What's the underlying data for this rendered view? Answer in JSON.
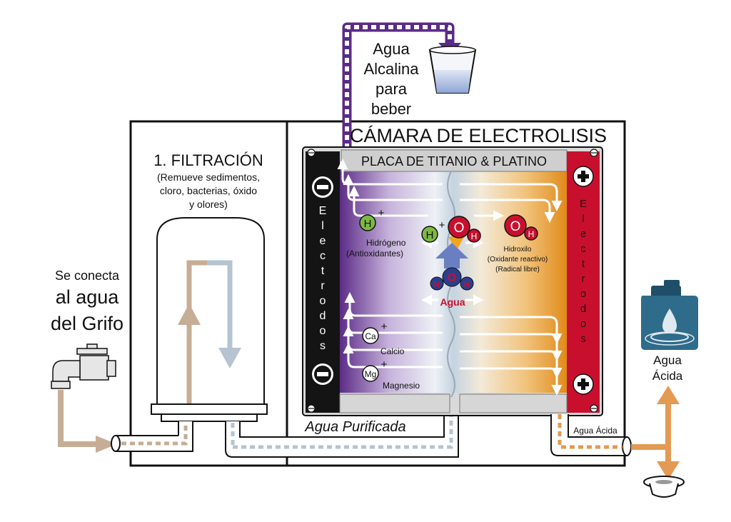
{
  "top_output": {
    "line1": "Agua",
    "line2": "Alcalina",
    "line3": "para",
    "line4": "beber"
  },
  "chamber": {
    "title": "CÁMARA DE ELECTROLISIS",
    "plate": "PLACA DE TITANIO & PLATINO"
  },
  "filtration": {
    "title": "1. FILTRACIÓN",
    "desc1": "(Remueve sedimentos,",
    "desc2": "cloro, bacterias, óxido",
    "desc3": "y olores)"
  },
  "tap": {
    "line1": "Se conecta",
    "line2": "al agua",
    "line3": "del Grifo"
  },
  "electrodes": {
    "left_letters": [
      "E",
      "l",
      "e",
      "c",
      "t",
      "r",
      "o",
      "d",
      "o",
      "s"
    ],
    "right_letters": [
      "E",
      "l",
      "e",
      "c",
      "t",
      "r",
      "o",
      "d",
      "o",
      "s"
    ]
  },
  "ions": {
    "h_symbol": "H",
    "plus": "+",
    "hydrogen_label1": "Hidrógeno",
    "hydrogen_label2": "(Antioxidantes)",
    "o_symbol": "O",
    "hydroxyl_label1": "Hidroxilo",
    "hydroxyl_label2": "(Oxidante reactivo)",
    "hydroxyl_label3": "(Radical libre)",
    "water_label": "Agua",
    "ca_symbol": "Ca",
    "ca_label": "Calcio",
    "mg_symbol": "Mg",
    "mg_label": "Magnesio"
  },
  "pipes": {
    "purified": "Agua Purificada",
    "acid_small": "Agua Ácida"
  },
  "acid_output": {
    "line1": "Agua",
    "line2": "Ácida"
  },
  "colors": {
    "tan": "#c6ad96",
    "blue_grey": "#b6c3d1",
    "purple": "#6f3a93",
    "orange": "#e39a52",
    "red": "#c8102e",
    "green": "#7cb944",
    "navy": "#2a3f8f",
    "canister": "#2f6b8a"
  }
}
